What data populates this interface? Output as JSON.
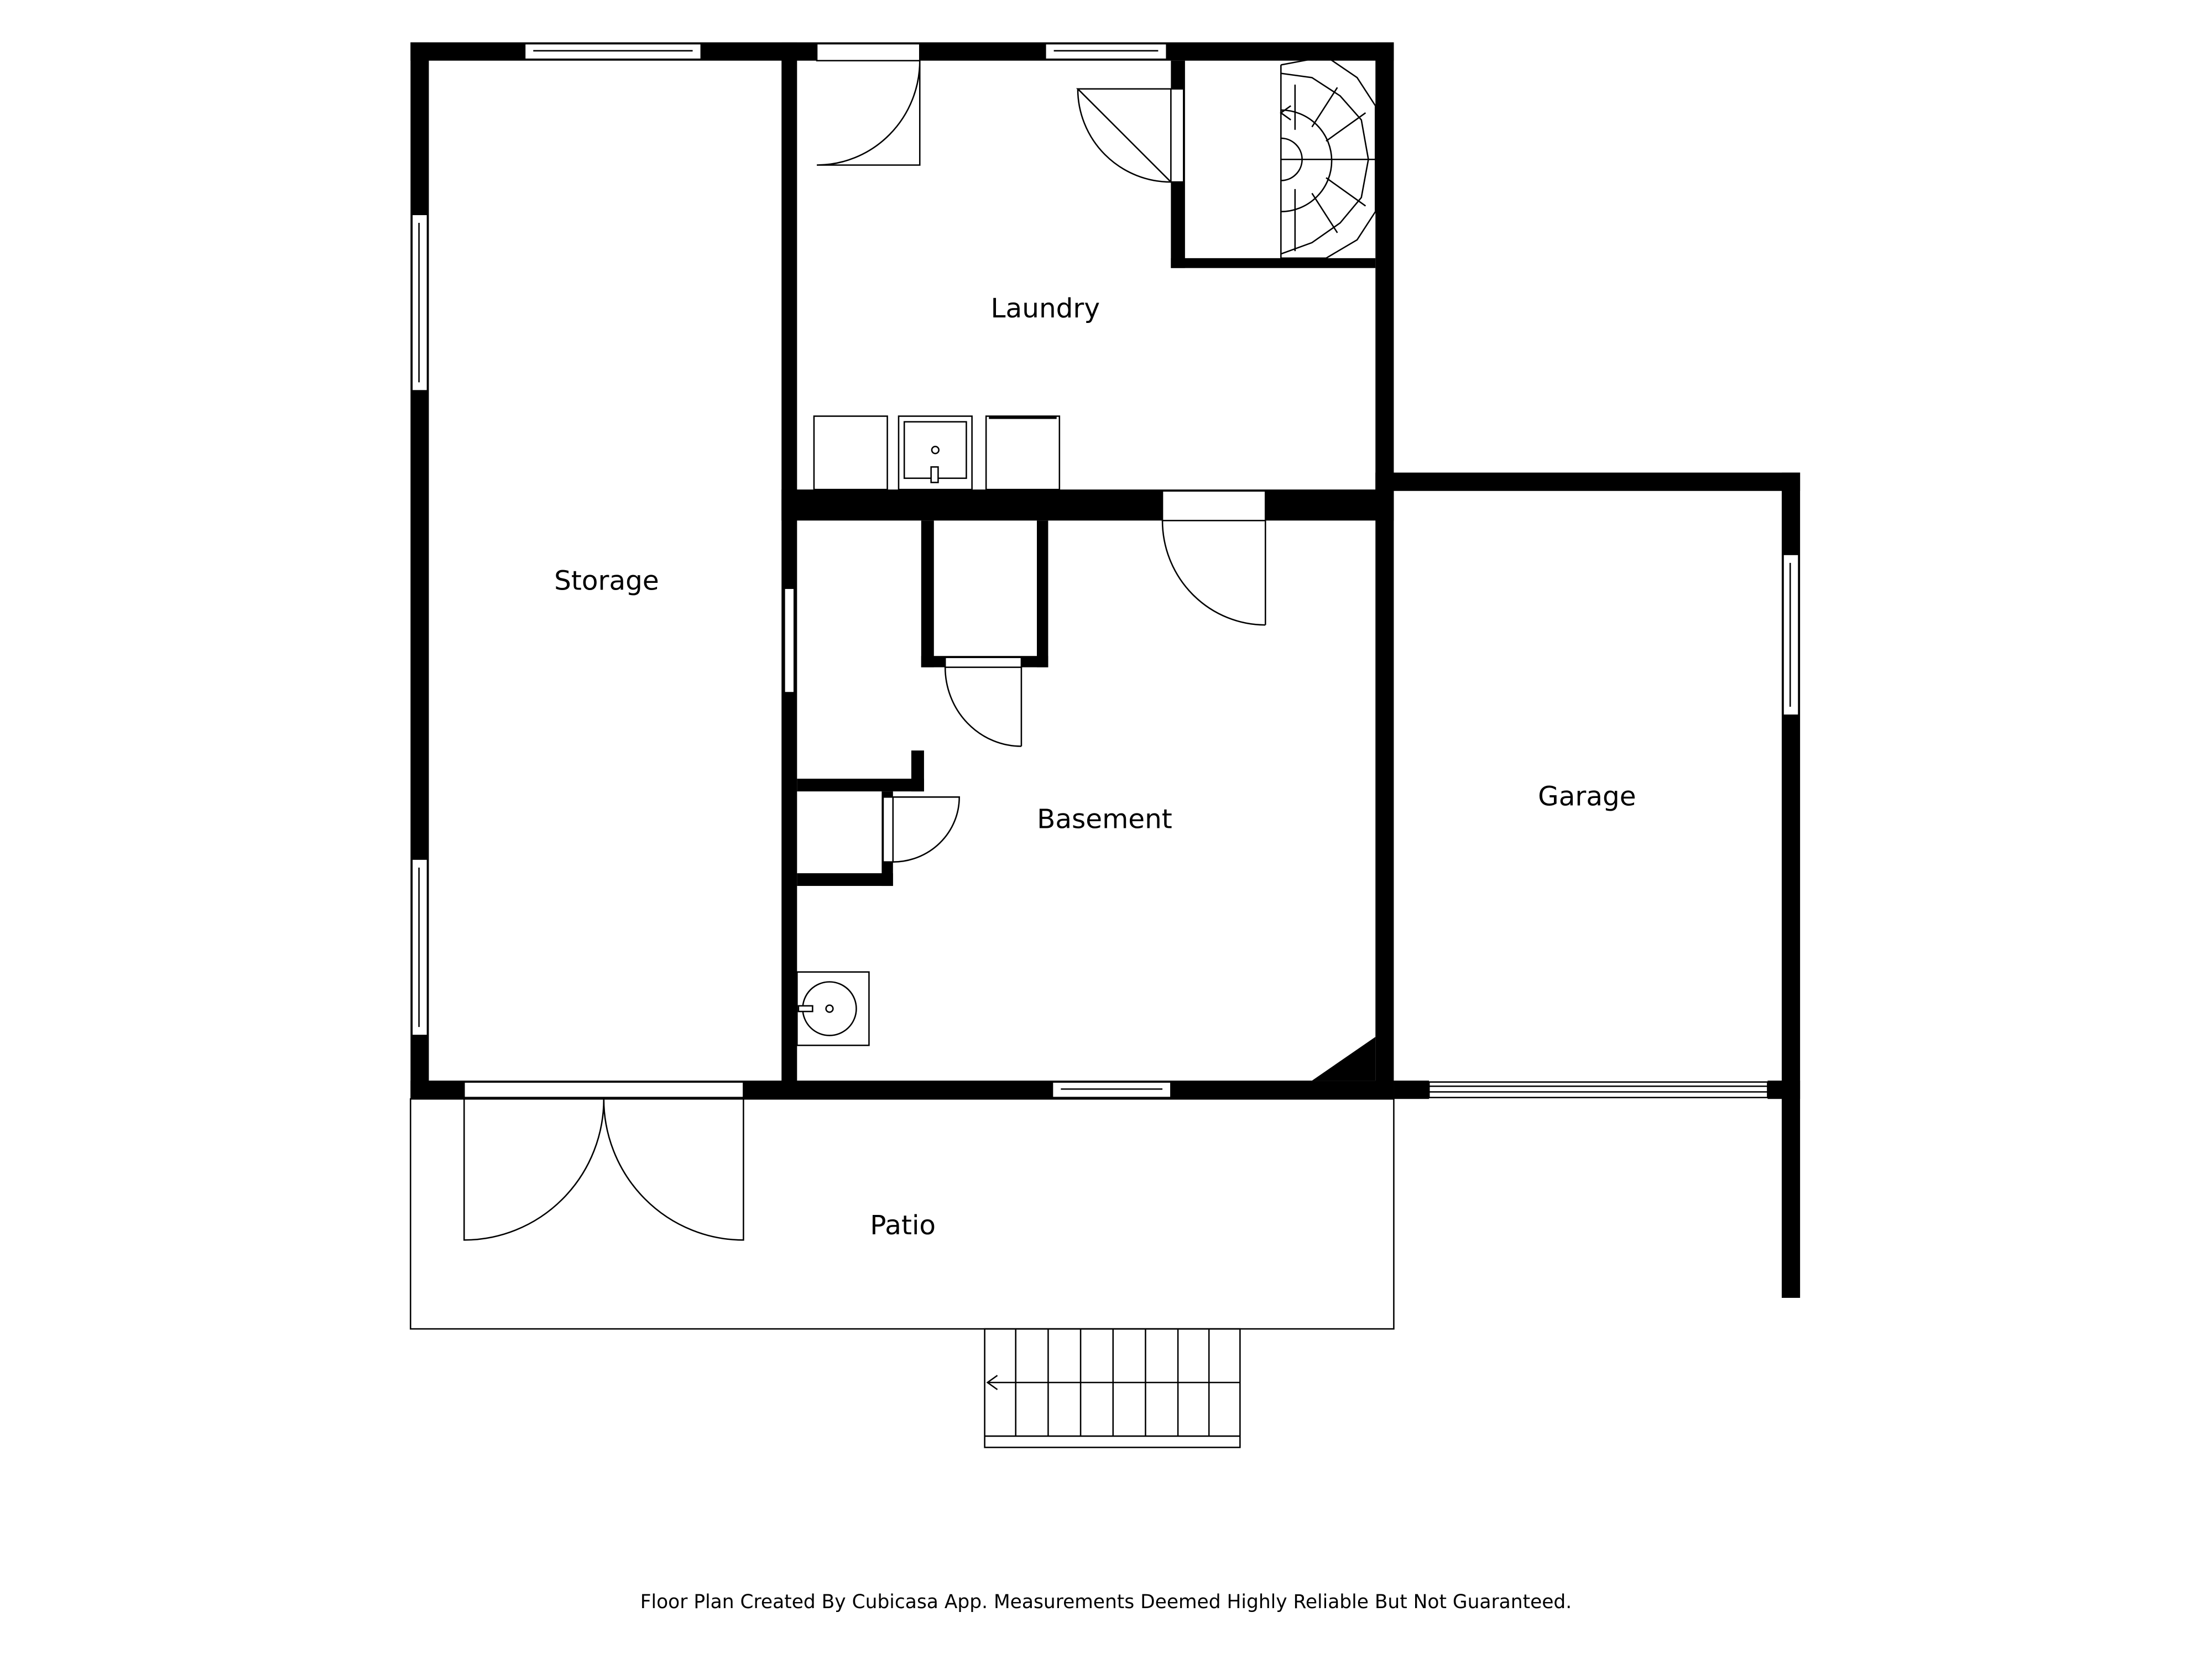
{
  "rooms": {
    "storage": "Storage",
    "laundry": "Laundry",
    "basement": "Basement",
    "garage": "Garage",
    "patio": "Patio"
  },
  "footer": "Floor Plan Created By Cubicasa App. Measurements Deemed Highly Reliable But Not Guaranteed.",
  "colors": {
    "wall": "#000000",
    "background": "#ffffff"
  }
}
